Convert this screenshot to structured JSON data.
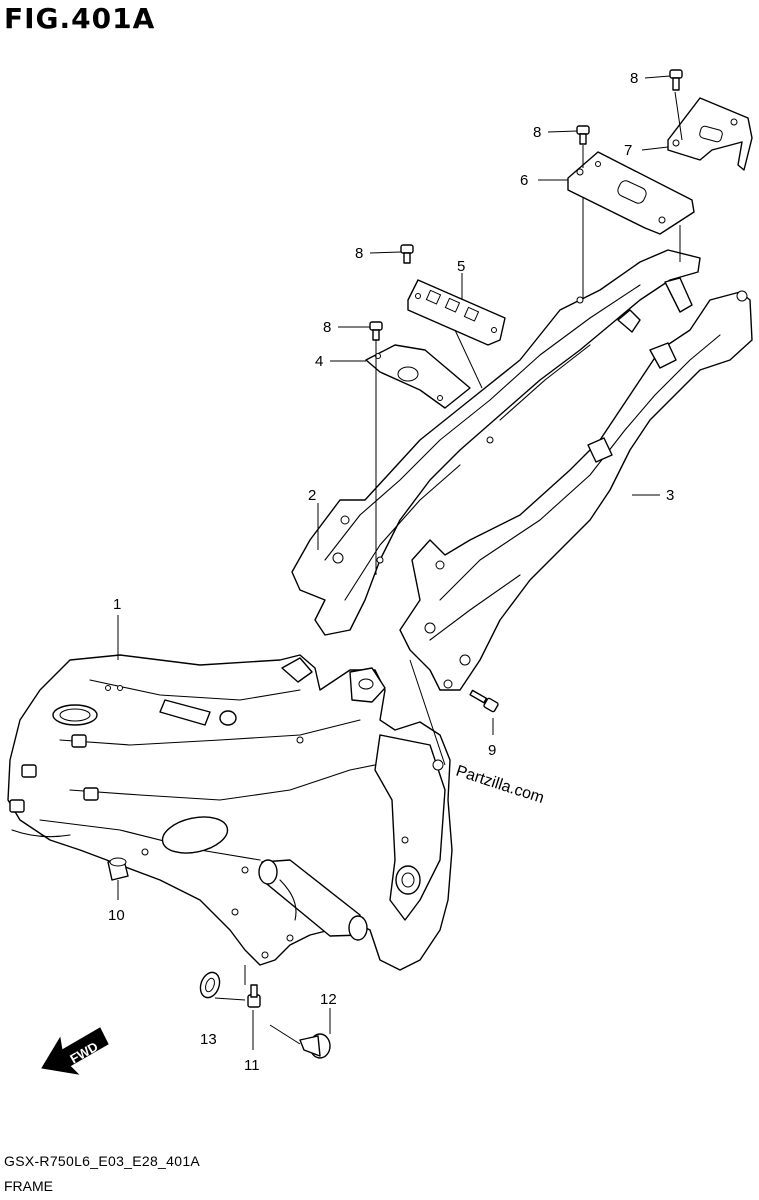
{
  "figure": {
    "title": "FIG.401A",
    "code": "GSX-R750L6_E03_E28_401A",
    "name": "FRAME"
  },
  "watermark": "Partzilla.com",
  "fwd_label": "FWD",
  "callouts": [
    "1",
    "2",
    "3",
    "4",
    "5",
    "6",
    "7",
    "8",
    "8",
    "8",
    "8",
    "9",
    "10",
    "11",
    "12",
    "13"
  ]
}
